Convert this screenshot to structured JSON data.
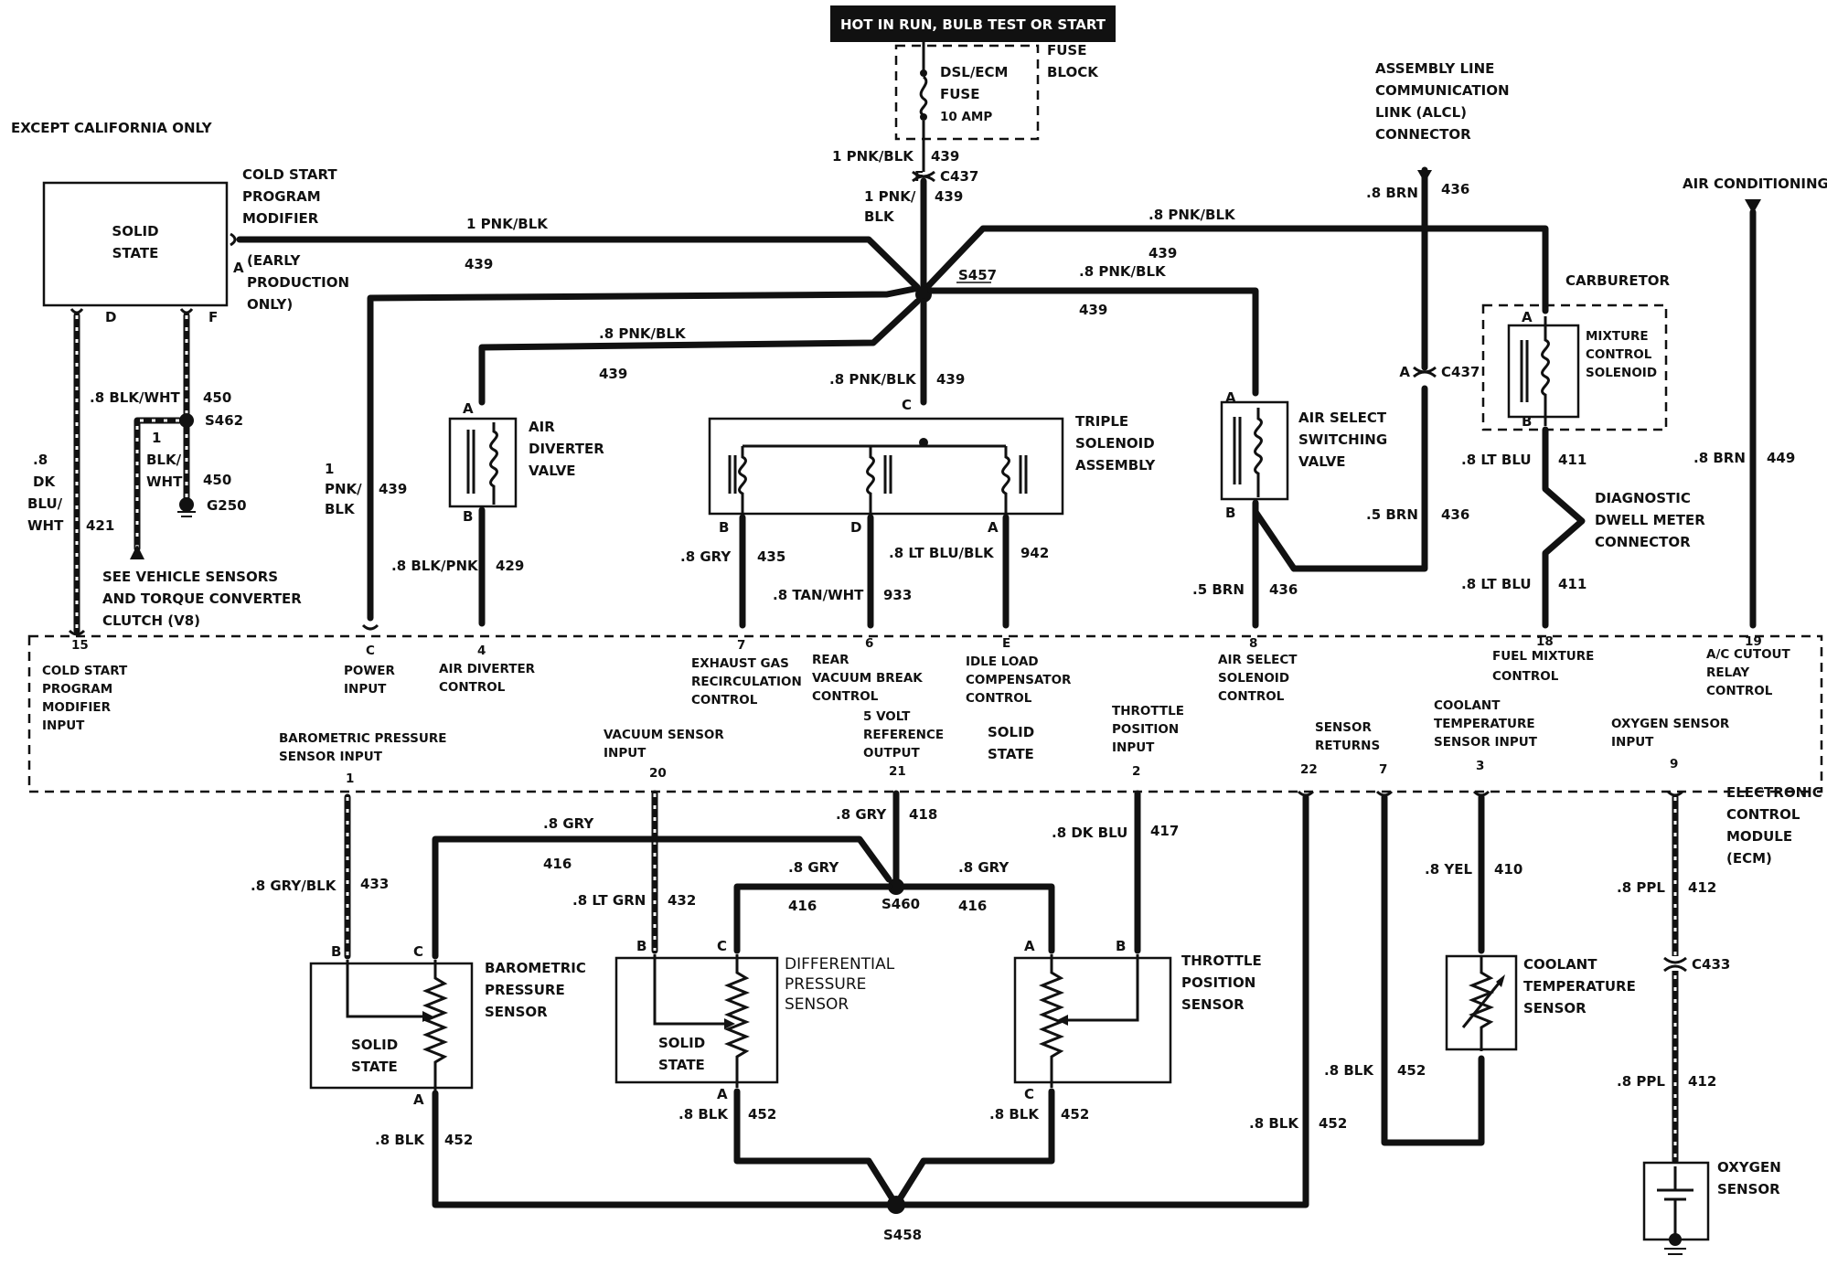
{
  "header": {
    "power_label": "HOT IN RUN, BULB TEST OR START"
  },
  "notes": {
    "except_california": "EXCEPT CALIFORNIA ONLY",
    "air_conditioning": "AIR CONDITIONING"
  },
  "fuse_block": {
    "label_line1": "FUSE",
    "label_line2": "BLOCK",
    "fuse_line1": "DSL/ECM",
    "fuse_line2": "FUSE",
    "fuse_rating": "10 AMP"
  },
  "connectors": {
    "c437": "C437",
    "c433": "C433",
    "f": "F",
    "a": "A",
    "b": "B",
    "c": "C",
    "d": "D",
    "e": "E"
  },
  "splices": {
    "s457": "S457",
    "s462": "S462",
    "s460": "S460",
    "s458": "S458",
    "g250": "G250"
  },
  "components": {
    "cold_start": {
      "line1": "COLD START",
      "line2": "PROGRAM",
      "line3": "MODIFIER",
      "box1": "SOLID",
      "box2": "STATE",
      "note1": "(EARLY",
      "note2": "PRODUCTION",
      "note3": "ONLY)"
    },
    "air_diverter": {
      "line1": "AIR",
      "line2": "DIVERTER",
      "line3": "VALVE"
    },
    "triple_solenoid": {
      "line1": "TRIPLE",
      "line2": "SOLENOID",
      "line3": "ASSEMBLY"
    },
    "air_select": {
      "line1": "AIR SELECT",
      "line2": "SWITCHING",
      "line3": "VALVE"
    },
    "alcl": {
      "line1": "ASSEMBLY LINE",
      "line2": "COMMUNICATION",
      "line3": "LINK (ALCL)",
      "line4": "CONNECTOR"
    },
    "carburetor": {
      "title": "CARBURETOR",
      "line1": "MIXTURE",
      "line2": "CONTROL",
      "line3": "SOLENOID"
    },
    "diag": {
      "line1": "DIAGNOSTIC",
      "line2": "DWELL METER",
      "line3": "CONNECTOR"
    },
    "see_note": {
      "line1": "SEE VEHICLE SENSORS",
      "line2": "AND TORQUE CONVERTER",
      "line3": "CLUTCH (V8)"
    },
    "baro": {
      "line1": "BAROMETRIC",
      "line2": "PRESSURE",
      "line3": "SENSOR",
      "box1": "SOLID",
      "box2": "STATE"
    },
    "diff": {
      "line1": "DIFFERENTIAL",
      "line2": "PRESSURE",
      "line3": "SENSOR",
      "box1": "SOLID",
      "box2": "STATE"
    },
    "tps": {
      "line1": "THROTTLE",
      "line2": "POSITION",
      "line3": "SENSOR"
    },
    "coolant": {
      "line1": "COOLANT",
      "line2": "TEMPERATURE",
      "line3": "SENSOR"
    },
    "oxygen": {
      "line1": "OXYGEN",
      "line2": "SENSOR"
    }
  },
  "ecm": {
    "label1": "ELECTRONIC",
    "label2": "CONTROL",
    "label3": "MODULE",
    "label4": "(ECM)",
    "center1": "SOLID",
    "center2": "STATE",
    "top_pins": [
      {
        "pin": "15",
        "l1": "COLD START",
        "l2": "PROGRAM",
        "l3": "MODIFIER",
        "l4": "INPUT"
      },
      {
        "pin": "C",
        "l1": "POWER",
        "l2": "INPUT"
      },
      {
        "pin": "4",
        "l1": "AIR DIVERTER",
        "l2": "CONTROL"
      },
      {
        "pin": "7",
        "l1": "EXHAUST GAS",
        "l2": "RECIRCULATION",
        "l3": "CONTROL"
      },
      {
        "pin": "6",
        "l1": "REAR",
        "l2": "VACUUM BREAK",
        "l3": "CONTROL"
      },
      {
        "pin": "E",
        "l1": "IDLE LOAD",
        "l2": "COMPENSATOR",
        "l3": "CONTROL"
      },
      {
        "pin": "8",
        "l1": "AIR SELECT",
        "l2": "SOLENOID",
        "l3": "CONTROL"
      },
      {
        "pin": "18",
        "l1": "FUEL MIXTURE",
        "l2": "CONTROL"
      },
      {
        "pin": "19",
        "l1": "A/C CUTOUT",
        "l2": "RELAY",
        "l3": "CONTROL"
      }
    ],
    "bottom_pins": [
      {
        "pin": "1",
        "l1": "BAROMETRIC PRESSURE",
        "l2": "SENSOR INPUT"
      },
      {
        "pin": "20",
        "l1": "VACUUM SENSOR",
        "l2": "INPUT"
      },
      {
        "pin": "21",
        "l1": "5 VOLT",
        "l2": "REFERENCE",
        "l3": "OUTPUT"
      },
      {
        "pin": "2",
        "l1": "THROTTLE",
        "l2": "POSITION",
        "l3": "INPUT"
      },
      {
        "pin": "22",
        "l1": "SENSOR",
        "l2": "RETURNS"
      },
      {
        "pin": "7",
        "l1": ""
      },
      {
        "pin": "3",
        "l1": "COOLANT",
        "l2": "TEMPERATURE",
        "l3": "SENSOR INPUT"
      },
      {
        "pin": "9",
        "l1": "OXYGEN SENSOR",
        "l2": "INPUT"
      }
    ]
  },
  "wires": {
    "pnkblk_1": "1 PNK/BLK",
    "c439": "439",
    "pnk_1a": "1 PNK/",
    "blk_a": "BLK",
    "pnk_b": "PNK/",
    "one": "1",
    "pnkblk_8": ".8 PNK/BLK",
    "blkwht_8": ".8 BLK/WHT",
    "c450": "450",
    "blkwht_1a": "BLK/",
    "blkwht_1b": "WHT",
    "dk_8": ".8",
    "dk_b": "DK",
    "dk_c": "BLU/",
    "dk_d": "WHT",
    "c421": "421",
    "blkpnk_8": ".8 BLK/PNK",
    "c429": "429",
    "gry_8": ".8 GRY",
    "c435": "435",
    "tanwht_8": ".8 TAN/WHT",
    "c933": "933",
    "ltblublk_8": ".8 LT BLU/BLK",
    "c942": "942",
    "brn_8": ".8 BRN",
    "c436": "436",
    "brn_5": ".5 BRN",
    "ltblu_8": ".8 LT BLU",
    "c411": "411",
    "c449": "449",
    "c418": "418",
    "c416": "416",
    "gryblk_8": ".8 GRY/BLK",
    "c433w": "433",
    "ltgrn_8": ".8 LT GRN",
    "c432": "432",
    "dkblu_8": ".8 DK BLU",
    "c417": "417",
    "yel_8": ".8 YEL",
    "c410": "410",
    "ppl_8": ".8 PPL",
    "c412": "412",
    "blk_8": ".8 BLK",
    "c452": "452"
  }
}
